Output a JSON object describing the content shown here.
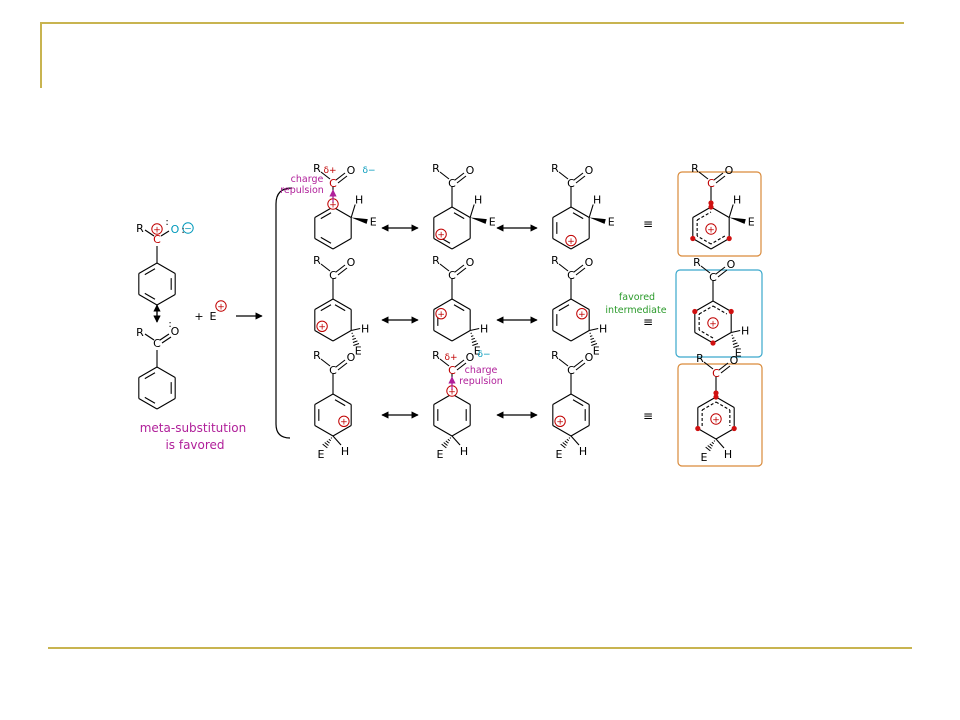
{
  "atoms": {
    "R": "R",
    "C": "C",
    "O": "O",
    "H": "H",
    "E": "E",
    "plus": "+",
    "minus": "−",
    "delta_plus": "δ+",
    "delta_minus": "δ−",
    "equiv": "≡",
    "lone_pair": ":"
  },
  "reagent": {
    "plus_sign": "+",
    "electrophile": "E"
  },
  "labels": {
    "conclusion_line1": "meta-substitution",
    "conclusion_line2": "is favored",
    "charge_line1": "charge",
    "charge_line2": "repulsion",
    "favored_line1": "favored",
    "favored_line2": "intermediate"
  },
  "colors": {
    "slide_accent": "#c8b450",
    "charge_red": "#c00000",
    "repulsion_magenta": "#b0209a",
    "partial_negative_cyan": "#0099bb",
    "favored_green": "#2a9a2a",
    "ortho_para_box": "#d98a3a",
    "meta_box": "#3aa8cc",
    "radical_dot": "#d01010"
  }
}
